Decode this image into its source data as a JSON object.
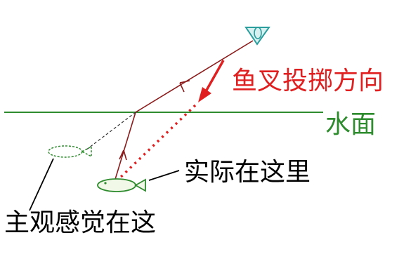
{
  "labels": {
    "spear_direction": "鱼叉投掷方向",
    "water_surface": "水面",
    "actually_here": "实际在这里",
    "perceived_here": "主观感觉在这"
  },
  "colors": {
    "background": "#ffffff",
    "light_ray": "#8b1a1a",
    "spear": "#e02020",
    "water": "#2e8b2e",
    "eye": "#2a9d9d",
    "fish": "#2e8b2e",
    "pointer": "#000000"
  }
}
